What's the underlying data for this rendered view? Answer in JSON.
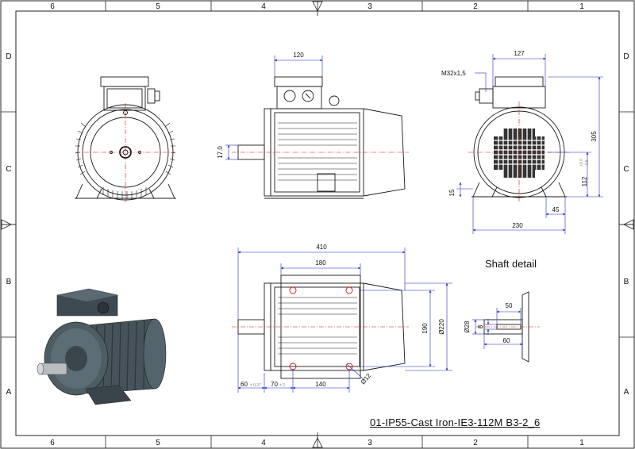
{
  "zones_top": [
    "6",
    "5",
    "4",
    "3",
    "2",
    "1"
  ],
  "zones_side": [
    "D",
    "C",
    "B",
    "A"
  ],
  "dimensions": {
    "side_box_width": "120",
    "rear_box_width": "127",
    "thread": "M32x1,5",
    "height_total": "305",
    "shaft_height": "112",
    "shaft_height_tol_upper": "+0.0",
    "shaft_height_tol_lower": "-0.5",
    "foot_thickness": "15",
    "foot_edge": "45",
    "foot_width": "230",
    "shaft_dia_side": "17.0",
    "overall_length": "410",
    "hole_span_top": "180",
    "flange_dia": "Ø220",
    "hole_span_side": "190",
    "shaft_length": "60",
    "shaft_length_tol": "± 0,37",
    "foot_offset": "70",
    "foot_offset_tol": "± 2",
    "foot_hole_span": "140",
    "hole_dia": "Ø12",
    "shaft_detail_key_len": "50",
    "shaft_detail_dia": "Ø28",
    "shaft_detail_key_w": "8",
    "shaft_detail_len": "60"
  },
  "labels": {
    "shaft_detail": "Shaft detail",
    "drawing_title": "01-IP55-Cast Iron-IE3-112M B3-2_6"
  },
  "colors": {
    "line": "#1a1a1a",
    "dimension": "#1f2bbf",
    "centerline": "#d21414",
    "motor_body": "#4d5b63"
  }
}
